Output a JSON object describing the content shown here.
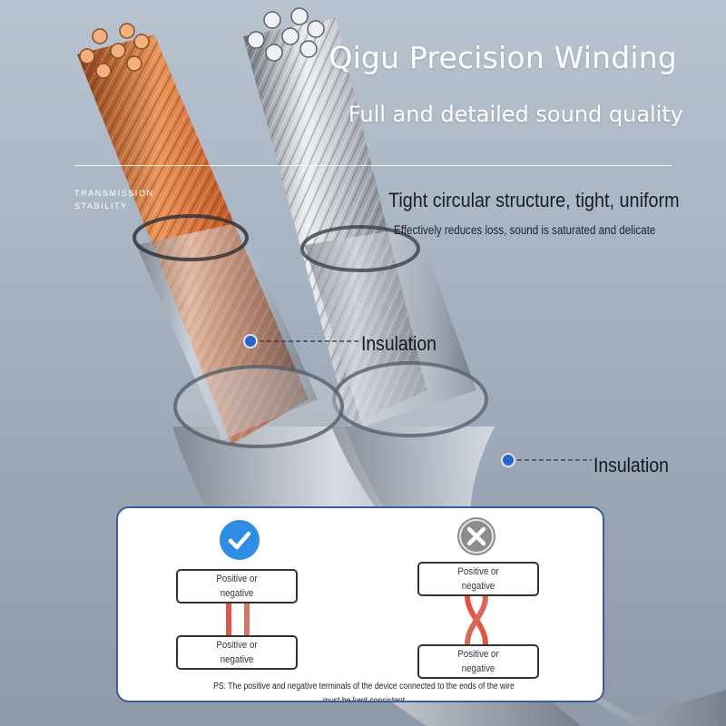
{
  "header": {
    "title": "Qigu Precision Winding",
    "subtitle": "Full and detailed sound quality",
    "side_tag_line1": "TRANSMISSION",
    "side_tag_line2": "STABILITY"
  },
  "feature": {
    "title": "Tight circular structure, tight, uniform",
    "description": "Effectively reduces loss, sound is saturated and delicate"
  },
  "callouts": [
    {
      "label": "Insulation"
    },
    {
      "label": "Insulation"
    }
  ],
  "wiring_panel": {
    "correct": {
      "icon": "check-circle-icon",
      "top_terminal": "Positive or negative",
      "bottom_terminal": "Positive or negative"
    },
    "incorrect": {
      "icon": "x-circle-icon",
      "top_terminal": "Positive or negative",
      "bottom_terminal": "Positive or negative"
    },
    "note": "PS: The positive and negative terminals of the device connected to the ends of the wire must be kept consistent"
  },
  "colors": {
    "accent_blue": "#2f8de4",
    "wire_red": "#e0574a",
    "copper": "#d9804a",
    "silver": "#c9ccd2"
  }
}
